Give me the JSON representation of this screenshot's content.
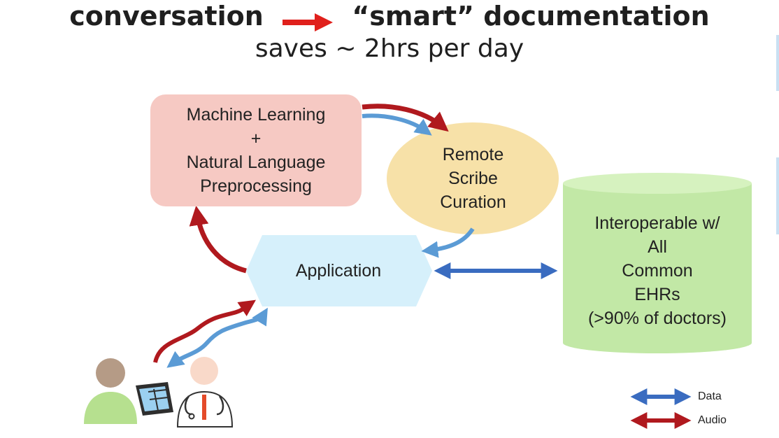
{
  "title": {
    "left": "conversation",
    "right": "“smart” documentation",
    "subtitle": "saves ~ 2hrs per day"
  },
  "nodes": {
    "ml": {
      "line1": "Machine Learning",
      "line2": "+",
      "line3": "Natural Language",
      "line4": "Preprocessing"
    },
    "scribe": {
      "line1": "Remote",
      "line2": "Scribe",
      "line3": "Curation"
    },
    "app": {
      "label": "Application"
    },
    "ehr": {
      "line1": "Interoperable w/",
      "line2": "All",
      "line3": "Common",
      "line4": "EHRs",
      "line5": "(>90% of doctors)"
    }
  },
  "legend": {
    "data": "Data",
    "audio": "Audio"
  },
  "colors": {
    "audio": "#b0191e",
    "data": "#3a6cc0",
    "data_light": "#5b9bd5",
    "ml_fill": "#f6c9c3",
    "scribe_fill": "#f7e1a8",
    "app_fill": "#d6f0fb",
    "ehr_fill": "#c2e8a6",
    "ehr_top": "#d6f2bf"
  },
  "icons": [
    "patient-icon",
    "tablet-icon",
    "doctor-icon"
  ]
}
